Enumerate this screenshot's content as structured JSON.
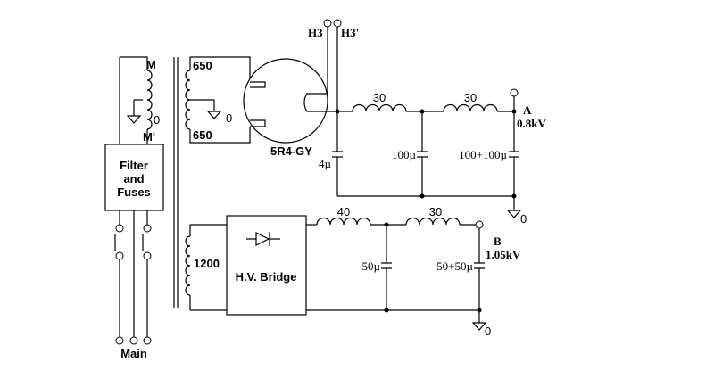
{
  "labels": {
    "M": "M",
    "M_prime": "M'",
    "filter_line1": "Filter",
    "filter_line2": "and",
    "filter_line3": "Fuses",
    "main": "Main",
    "pri_top": "650",
    "pri_bot": "650",
    "sec_1200": "1200",
    "tube": "5R4-GY",
    "h3": "H3",
    "h3_prime": "H3'",
    "bridge": "H.V. Bridge",
    "ground": "0",
    "out_a_name": "A",
    "out_a_volt": "0.8kV",
    "out_b_name": "B",
    "out_b_volt": "1.05kV"
  },
  "components": {
    "choke_a1": "30",
    "choke_a2": "30",
    "cap_4u": "4µ",
    "cap_100u": "100µ",
    "cap_100_100u": "100+100µ",
    "choke_b1": "40",
    "choke_b2": "30",
    "cap_50u": "50µ",
    "cap_50_50u": "50+50µ"
  }
}
